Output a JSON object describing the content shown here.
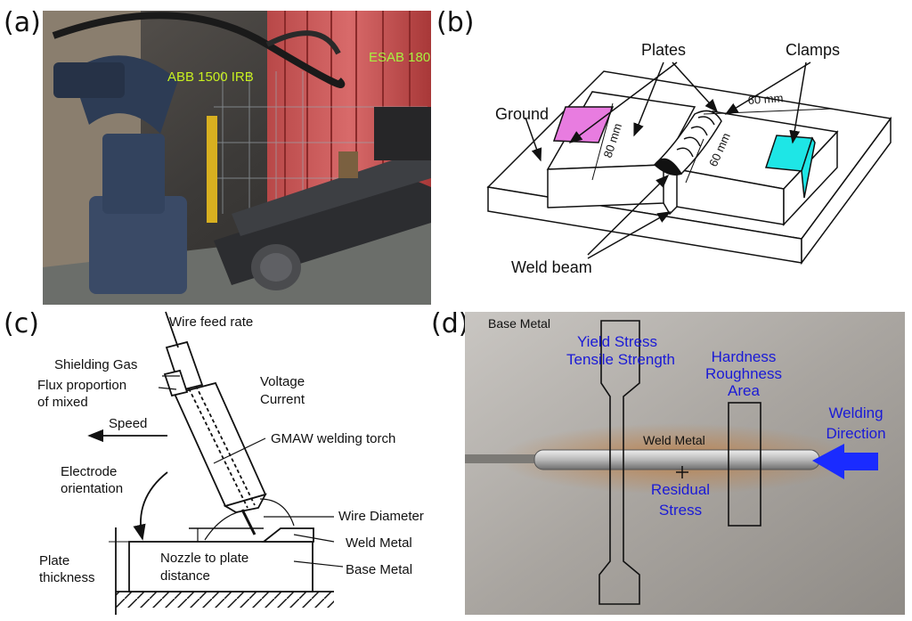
{
  "panels": {
    "a": {
      "letter": "(a)",
      "robot_label": "ABB 1500 IRB",
      "welder_label": "ESAB 180"
    },
    "b": {
      "letter": "(b)",
      "plates": "Plates",
      "clamps": "Clamps",
      "ground": "Ground",
      "weld_beam": "Weld beam",
      "dim_80": "80 mm",
      "dim_60_top": "60 mm",
      "dim_60_side": "60 mm",
      "colors": {
        "pad_left": "#e87ce0",
        "pad_right": "#1ee6e6"
      }
    },
    "c": {
      "letter": "(c)",
      "wire_feed_rate": "Wire feed rate",
      "shielding_gas": "Shielding Gas",
      "flux_line1": "Flux proportion",
      "flux_line2": "of mixed",
      "voltage": "Voltage",
      "current": "Current",
      "speed": "Speed",
      "torch": "GMAW welding torch",
      "electrode_line1": "Electrode",
      "electrode_line2": "orientation",
      "wire_diameter": "Wire Diameter",
      "weld_metal": "Weld Metal",
      "base_metal": "Base Metal",
      "plate_line1": "Plate",
      "plate_line2": "thickness",
      "nozzle_line1": "Nozzle to plate",
      "nozzle_line2": "distance"
    },
    "d": {
      "letter": "(d)",
      "base_metal": "Base Metal",
      "yield_line1": "Yield Stress",
      "yield_line2": "Tensile Strength",
      "hardness": "Hardness",
      "roughness": "Roughness",
      "area": "Area",
      "weld_metal": "Weld Metal",
      "residual_line1": "Residual",
      "residual_line2": "Stress",
      "welding_line1": "Welding",
      "welding_line2": "Direction",
      "colors": {
        "label_blue": "#1a1ad6",
        "arrow_blue": "#1a2bff"
      }
    }
  }
}
